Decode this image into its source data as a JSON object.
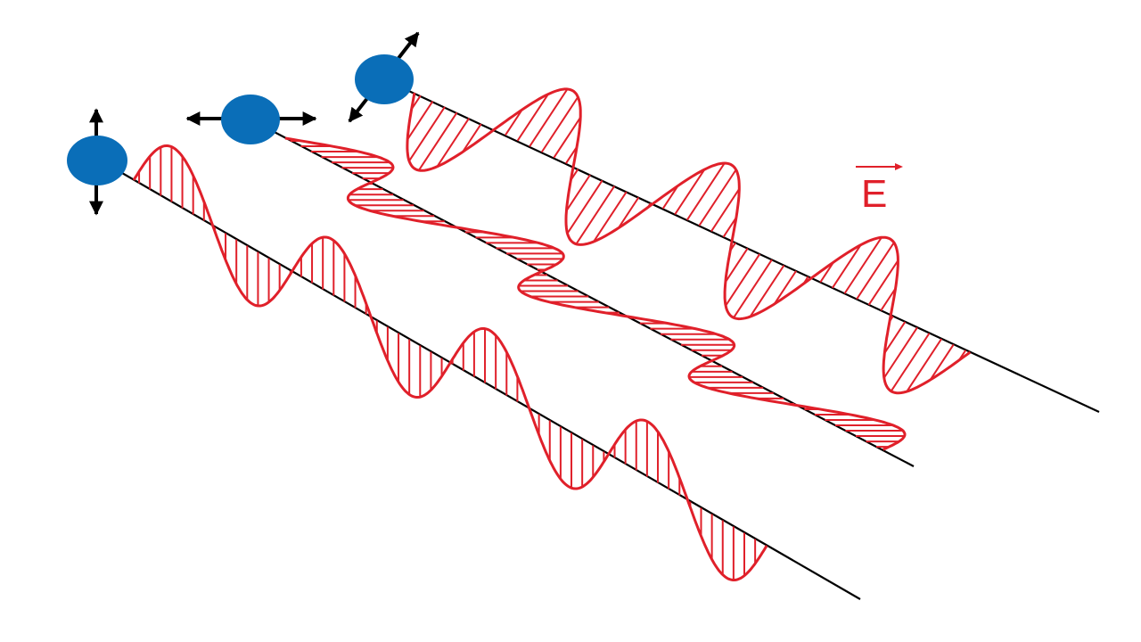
{
  "label": {
    "text": "E",
    "has_vector_arrow": true
  },
  "colors": {
    "wave": "#e0202a",
    "source": "#0a6eb8",
    "axis": "#000000",
    "arrow": "#000000"
  },
  "waves": [
    {
      "name": "vertical-polarization",
      "cycles": 4,
      "hatch": "vertical"
    },
    {
      "name": "horizontal-polarization",
      "cycles": 3.5,
      "hatch": "horizontal"
    },
    {
      "name": "diagonal-polarization",
      "cycles": 3.5,
      "hatch": "diagonal"
    }
  ]
}
